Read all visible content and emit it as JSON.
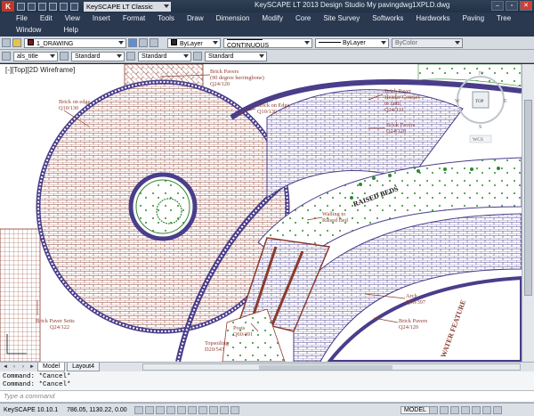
{
  "titlebar": {
    "logo": "K",
    "workspace": "KeySCAPE LT Classic",
    "title": "KeySCAPE LT 2013 Design Studio   My pavingdwg1XPLD.dwg"
  },
  "menu": {
    "row1": [
      "File",
      "Edit",
      "View",
      "Insert",
      "Format",
      "Tools",
      "Draw",
      "Dimension",
      "Modify",
      "Core",
      "Site Survey",
      "Softworks",
      "Hardworks",
      "Paving",
      "Tree"
    ],
    "row2": [
      "Window",
      "Help"
    ]
  },
  "toolbar1": {
    "layer": "1_DRAWING",
    "color": "ByLayer",
    "linetype": "CONTINUOUS",
    "lineweight": "ByLayer",
    "plotstyle": "ByColor"
  },
  "toolbar2": {
    "textstyle": "als_title",
    "dimstyle": "Standard",
    "tablestyle": "Standard",
    "mleaderstyle": "Standard"
  },
  "drawing": {
    "view_label": "[-][Top][2D Wireframe]",
    "viewcube": {
      "top": "TOP",
      "n": "N",
      "s": "S",
      "w": "W",
      "e": "E",
      "wcs": "WCS"
    },
    "annotations": {
      "brick_pavers_herring": [
        "Brick Pavers",
        "(90 degree herringbone)",
        "Q24/120"
      ],
      "brick_on_edge_left": [
        "Brick on edge",
        "Q10/130"
      ],
      "brick_on_edge_mid": [
        "Brick on Edge",
        "Q10/130"
      ],
      "brick_paver_header": [
        "Brick Paver",
        "Header Courses",
        "to radii",
        "Q24/121"
      ],
      "brick_pavers_right": [
        "Brick Pavers",
        "Q24/120"
      ],
      "raised_beds": "RAISED BEDS",
      "walling": [
        "Walling to",
        "Raised Bed"
      ],
      "brick_paver_setts": [
        "Brick Paver Setts",
        "Q24/122"
      ],
      "posts": [
        "Posts",
        "Q60/491"
      ],
      "topsoiling": [
        "Topsoiling",
        "D20/543"
      ],
      "arch": [
        "Arch",
        "Q60/397"
      ],
      "brick_pavers_bottom": [
        "Brick Pavers",
        "Q24/120"
      ],
      "water_feature": "WATER FEATURE"
    }
  },
  "tabs": [
    "Model",
    "Layout4"
  ],
  "command": {
    "lines": [
      "Command: *Cancel*",
      "Command: *Cancel*"
    ],
    "prompt": "Type a command"
  },
  "status": {
    "app": "KeySCAPE 10.10.1",
    "coords": "786.05, 1130.22, 0.00",
    "model": "MODEL"
  },
  "colors": {
    "brick": "#8a3b2e",
    "purple": "#4a3d8a",
    "green": "#2f8a2f"
  }
}
